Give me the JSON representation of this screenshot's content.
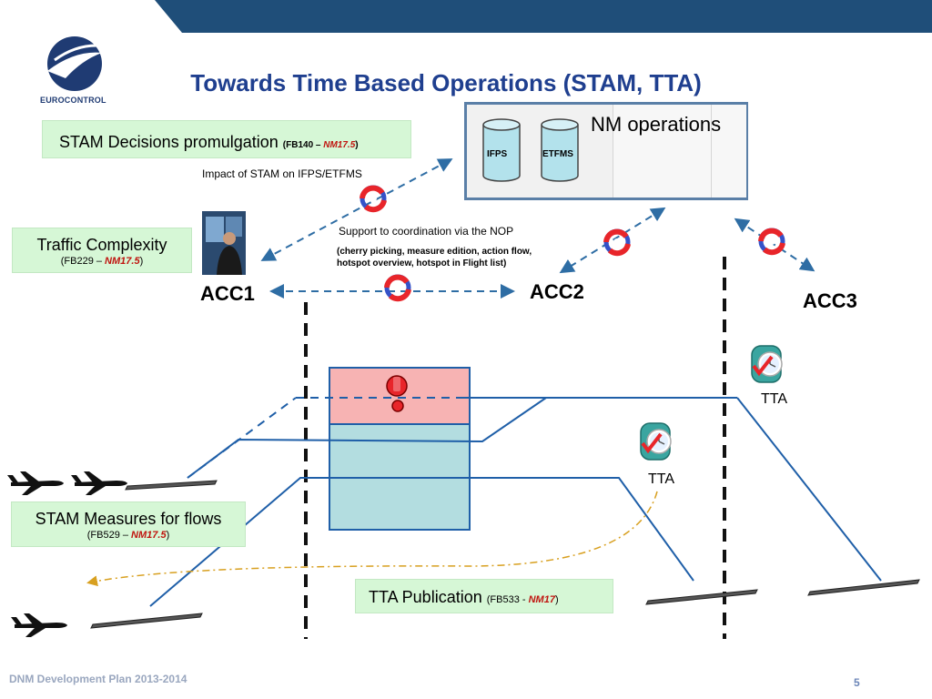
{
  "header": {
    "title": "Towards Time Based Operations (STAM, TTA)",
    "logo_text": "EUROCONTROL"
  },
  "nm": {
    "title": "NM operations",
    "db1": "IFPS",
    "db2": "ETFMS"
  },
  "stam_decisions": {
    "label": "STAM Decisions promulgation",
    "ref_open": "(FB140 – ",
    "ref_version": "NM17.5",
    "ref_close": ")"
  },
  "traffic_complexity": {
    "label": "Traffic Complexity",
    "ref_open": "(FB229 – ",
    "ref_version": "NM17.5",
    "ref_close": ")"
  },
  "stam_measures": {
    "label": "STAM Measures for flows",
    "ref_open": "(FB529 – ",
    "ref_version": "NM17.5",
    "ref_close": ")"
  },
  "tta_publication": {
    "label": "TTA Publication",
    "ref_open": "(FB533 - ",
    "ref_version": "NM17",
    "ref_close": ")"
  },
  "annotations": {
    "impact": "Impact of STAM on IFPS/ETFMS",
    "support": "Support to coordination via the NOP",
    "support_detail_1": "(cherry picking, measure edition,  action flow,",
    "support_detail_2": "hotspot overview, hotspot in Flight list)"
  },
  "acc": {
    "acc1": "ACC1",
    "acc2": "ACC2",
    "acc3": "ACC3"
  },
  "tta": {
    "label_1": "TTA",
    "label_2": "TTA"
  },
  "footer": {
    "text": "DNM Development Plan 2013-2014",
    "page": "5"
  },
  "colors": {
    "accent": "#1f4e79",
    "route": "#1f5fa8",
    "green_box": "#d6f7d6",
    "hotspot": "#f7b3b3",
    "capacity": "#b3dde0",
    "arrow_dash": "#2e6da4",
    "red": "#e8252a"
  }
}
